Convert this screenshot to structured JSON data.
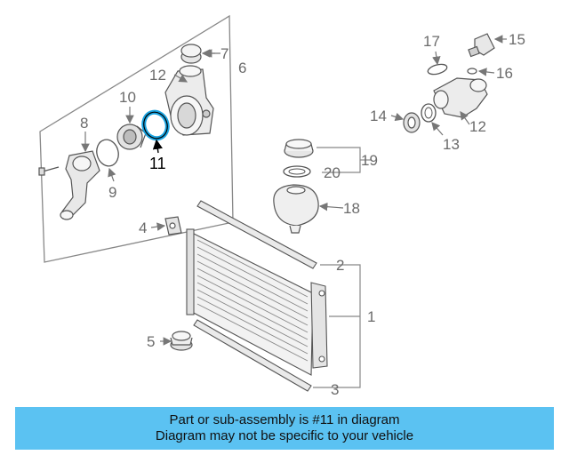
{
  "callouts": {
    "n1": "1",
    "n2": "2",
    "n3": "3",
    "n4": "4",
    "n5": "5",
    "n6": "6",
    "n7": "7",
    "n8": "8",
    "n9": "9",
    "n10": "10",
    "n11": "11",
    "n12a": "12",
    "n12b": "12",
    "n13": "13",
    "n14": "14",
    "n15": "15",
    "n16": "16",
    "n17": "17",
    "n18": "18",
    "n19": "19",
    "n20": "20"
  },
  "highlight": {
    "part_number": "11",
    "color": "#1aa3e0"
  },
  "banner": {
    "line1": "Part or sub-assembly is #11 in diagram",
    "line2": "Diagram may not be specific to your vehicle",
    "background": "#5bc2f2"
  }
}
